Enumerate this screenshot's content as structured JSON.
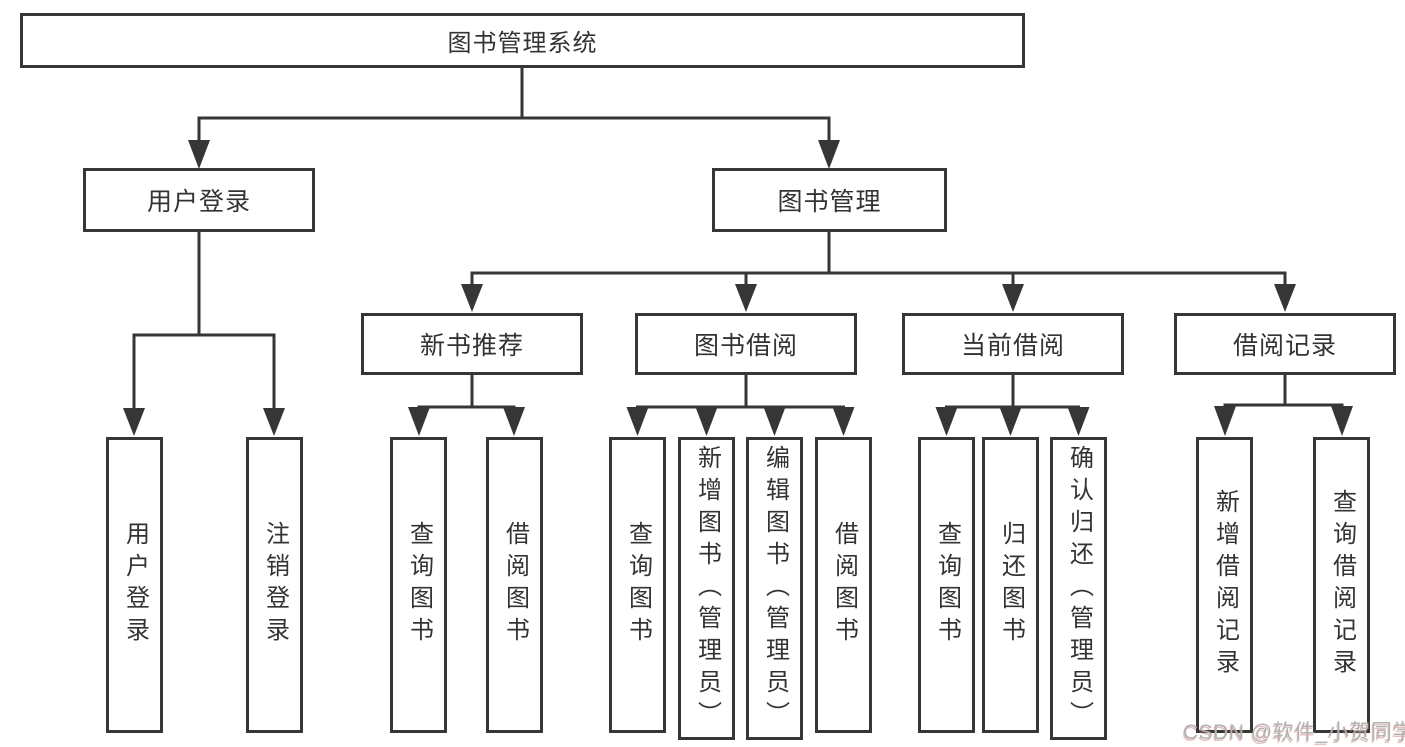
{
  "diagram_title": "图书管理系统",
  "nodes": {
    "root": "图书管理系统",
    "user_login": "用户登录",
    "book_mgmt": "图书管理",
    "new_book_rec": "新书推荐",
    "book_borrow": "图书借阅",
    "current_borrow": "当前借阅",
    "borrow_records": "借阅记录",
    "leaf_user_login": "用户登录",
    "leaf_logout": "注销登录",
    "leaf_query_books_1": "查询图书",
    "leaf_borrow_books_1": "借阅图书",
    "leaf_query_books_2": "查询图书",
    "leaf_add_book": "新增图书（管理员）",
    "leaf_edit_book": "编辑图书（管理员）",
    "leaf_borrow_books_2": "借阅图书",
    "leaf_query_books_3": "查询图书",
    "leaf_return_book": "归还图书",
    "leaf_confirm_return": "确认归还（管理员）",
    "leaf_add_record": "新增借阅记录",
    "leaf_query_record": "查询借阅记录"
  },
  "tree": {
    "label": "图书管理系统",
    "children": [
      {
        "label": "用户登录",
        "children": [
          {
            "label": "用户登录"
          },
          {
            "label": "注销登录"
          }
        ]
      },
      {
        "label": "图书管理",
        "children": [
          {
            "label": "新书推荐",
            "children": [
              {
                "label": "查询图书"
              },
              {
                "label": "借阅图书"
              }
            ]
          },
          {
            "label": "图书借阅",
            "children": [
              {
                "label": "查询图书"
              },
              {
                "label": "新增图书（管理员）"
              },
              {
                "label": "编辑图书（管理员）"
              },
              {
                "label": "借阅图书"
              }
            ]
          },
          {
            "label": "当前借阅",
            "children": [
              {
                "label": "查询图书"
              },
              {
                "label": "归还图书"
              },
              {
                "label": "确认归还（管理员）"
              }
            ]
          },
          {
            "label": "借阅记录",
            "children": [
              {
                "label": "新增借阅记录"
              },
              {
                "label": "查询借阅记录"
              }
            ]
          }
        ]
      }
    ]
  },
  "watermark": {
    "text": "CSDN @软件_小贺同学"
  },
  "colors": {
    "line": "#363636",
    "text": "#333333",
    "background": "#ffffff",
    "watermark": "#b2b2b2"
  }
}
